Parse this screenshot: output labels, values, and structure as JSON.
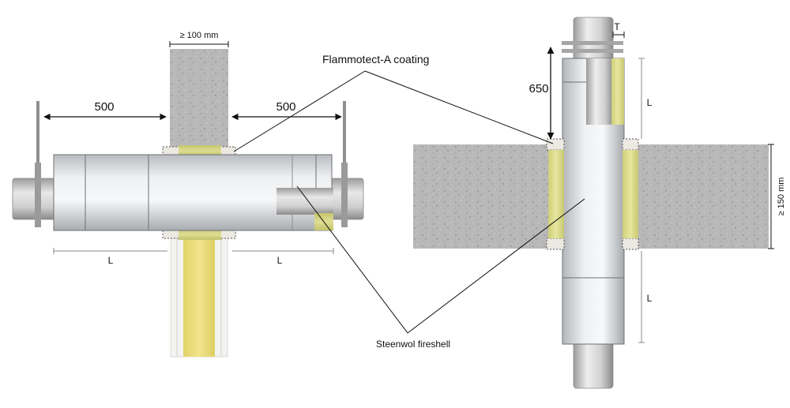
{
  "left_view": {
    "wall_width_label": "≥ 100 mm",
    "dim_left": "500",
    "dim_right": "500",
    "length_left": "L",
    "length_right": "L"
  },
  "right_view": {
    "insulation_thickness_label": "T",
    "dim_650": "650",
    "length_top": "L",
    "length_bottom": "L",
    "slab_thickness_label": "≥ 150 mm"
  },
  "callouts": {
    "coating": "Flammotect-A coating",
    "fireshell": "Steenwol fireshell"
  },
  "colors": {
    "concrete": "#b9b9b9",
    "mineral_wool": "#d9d98a",
    "insulation_foil": "#e4e6e8",
    "pipe": "#d4d4d4",
    "sealant": "#ece8e2"
  }
}
